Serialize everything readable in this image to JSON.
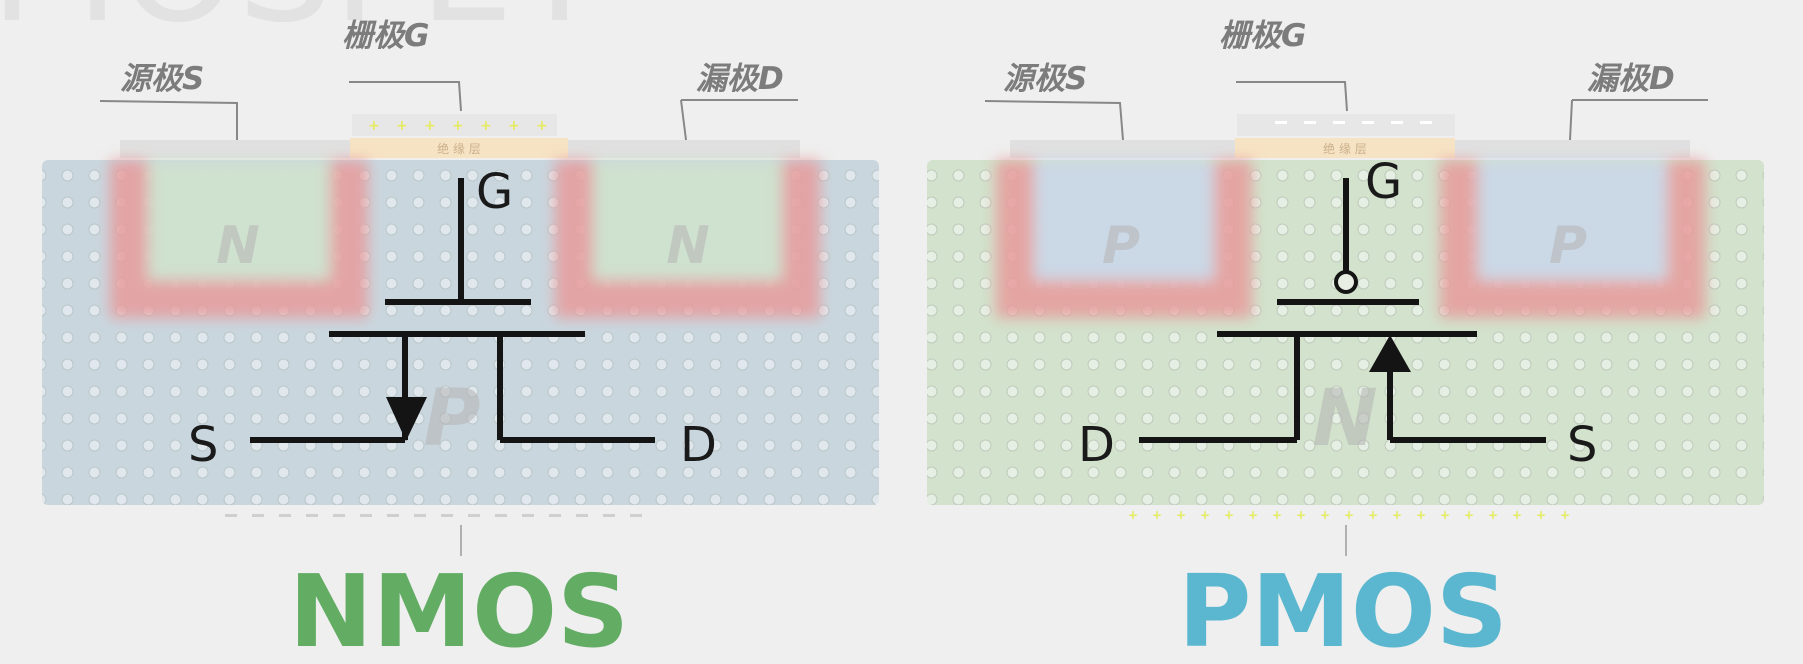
{
  "watermark": "MOSFET",
  "labels": {
    "insulator": "绝 缘 层"
  },
  "nmos": {
    "title": "NMOS",
    "source_label": "源极S",
    "gate_label": "栅极G",
    "drain_label": "漏极D",
    "pin_g": "G",
    "pin_s": "S",
    "pin_d": "D",
    "source_region": "N",
    "drain_region": "N",
    "substrate_region": "P",
    "title_color": "#63ac64"
  },
  "pmos": {
    "title": "PMOS",
    "source_label": "源极S",
    "gate_label": "栅极G",
    "drain_label": "漏极D",
    "pin_g": "G",
    "pin_s": "S",
    "pin_d": "D",
    "source_region": "P",
    "drain_region": "P",
    "substrate_region": "N",
    "title_color": "#5ab7cf"
  }
}
